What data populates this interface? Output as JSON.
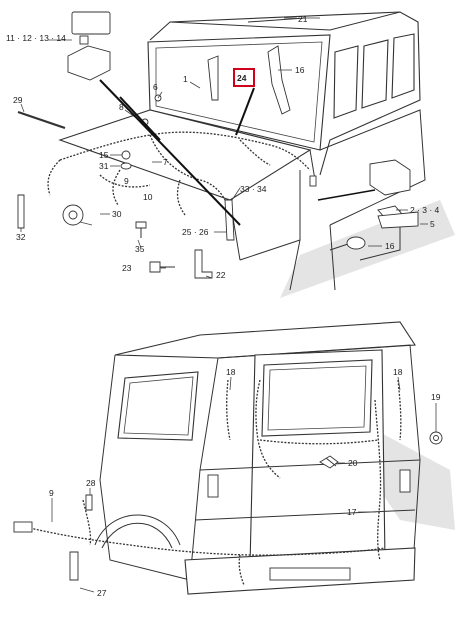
{
  "callouts": {
    "c21": "21",
    "c11_14": "11 · 12 · 13 · 14",
    "c16a": "16",
    "c6": "6",
    "c1": "1",
    "c24": "24",
    "c29": "29",
    "c8": "8",
    "c7": "7",
    "c15": "15",
    "c31": "31",
    "c9": "9",
    "c10": "10",
    "c30": "30",
    "c32": "32",
    "c35": "35",
    "c23": "23",
    "c22": "22",
    "c25_26": "25 · 26",
    "c33_34": "33 · 34",
    "c2_4": "2 · 3 · 4",
    "c5": "5",
    "c16b": "16",
    "c18a": "18",
    "c18b": "18",
    "c19": "19",
    "c20": "20",
    "c17": "17",
    "c9b": "9",
    "c28": "28",
    "c27": "27"
  },
  "highlight_color": "#d0021b",
  "watermark_color": "#e0e0e0"
}
